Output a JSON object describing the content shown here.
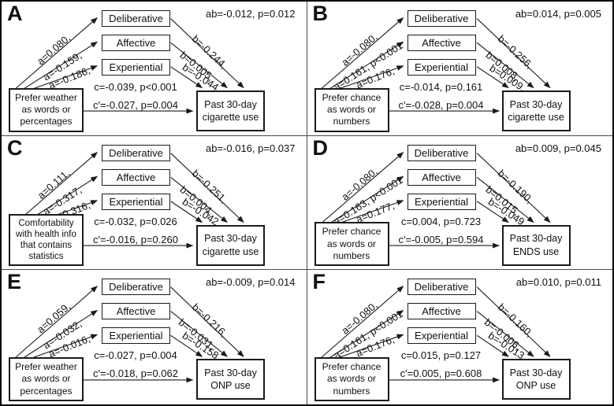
{
  "panels": [
    {
      "letter": "A",
      "ab": "ab=-0.012, p=0.012",
      "mediators": [
        "Deliberative",
        "Affective",
        "Experiential"
      ],
      "a_labels": [
        "a=0.080,",
        "a=-0.159,",
        "a=-0.186,"
      ],
      "b_labels": [
        "b=-0.244,",
        "b=0.005,",
        "b=-0.044,"
      ],
      "c": "c=-0.039, p<0.001",
      "c_prime": "c'=-0.027, p=0.004",
      "predictor": "Prefer weather as words or percentages",
      "outcome": "Past 30-day cigarette use"
    },
    {
      "letter": "B",
      "ab": "ab=0.014, p=0.005",
      "mediators": [
        "Deliberative",
        "Affective",
        "Experiential"
      ],
      "a_labels": [
        "a=-0.080,",
        "a=0.161, p<0.001",
        "a=0.176,"
      ],
      "b_labels": [
        "b=-0.256,",
        "b=0.008,",
        "b=0.009,"
      ],
      "c": "c=-0.014, p=0.161",
      "c_prime": "c'=-0.028, p=0.004",
      "predictor": "Prefer chance as words or numbers",
      "outcome": "Past 30-day cigarette use"
    },
    {
      "letter": "C",
      "ab": "ab=-0.016, p=0.037",
      "mediators": [
        "Deliberative",
        "Affective",
        "Experiential"
      ],
      "a_labels": [
        "a=0.111,",
        "a=-0.317,",
        "a=-0.316,"
      ],
      "b_labels": [
        "b=-0.251,",
        "b=0.004,",
        "b=-0.042,"
      ],
      "c": "c=-0.032, p=0.026",
      "c_prime": "c'=-0.016, p=0.260",
      "predictor": "Comfortability with health info that contains statistics",
      "outcome": "Past 30-day cigarette use"
    },
    {
      "letter": "D",
      "ab": "ab=0.009, p=0.045",
      "mediators": [
        "Deliberative",
        "Affective",
        "Experiential"
      ],
      "a_labels": [
        "a=-0.080,",
        "a=0.163, p<0.001",
        "a=0.177,"
      ],
      "b_labels": [
        "b=-0.190,",
        "b=0.015,",
        "b=-0.049,"
      ],
      "c": "c=0.004, p=0.723",
      "c_prime": "c'=-0.005, p=0.594",
      "predictor": "Prefer chance as words or numbers",
      "outcome": "Past 30-day ENDS use"
    },
    {
      "letter": "E",
      "ab": "ab=-0.009, p=0.014",
      "mediators": [
        "Deliberative",
        "Affective",
        "Experiential"
      ],
      "a_labels": [
        "a=0.059,",
        "a=-0.032,",
        "a=-0.016,"
      ],
      "b_labels": [
        "b=-0.216,",
        "b=-0.031,",
        "b=-0.158,"
      ],
      "c": "c=-0.027, p=0.004",
      "c_prime": "c'=-0.018, p=0.062",
      "predictor": "Prefer weather as words or percentages",
      "outcome": "Past 30-day ONP use"
    },
    {
      "letter": "F",
      "ab": "ab=0.010, p=0.011",
      "mediators": [
        "Deliberative",
        "Affective",
        "Experiential"
      ],
      "a_labels": [
        "a=-0.080,",
        "a=0.161, p<0.001",
        "a=0.176,"
      ],
      "b_labels": [
        "b=-0.160,",
        "b=-0.006,",
        "b=-0.013,"
      ],
      "c": "c=0.015, p=0.127",
      "c_prime": "c'=0.005, p=0.608",
      "predictor": "Prefer chance as words or numbers",
      "outcome": "Past 30-day ONP use"
    }
  ]
}
